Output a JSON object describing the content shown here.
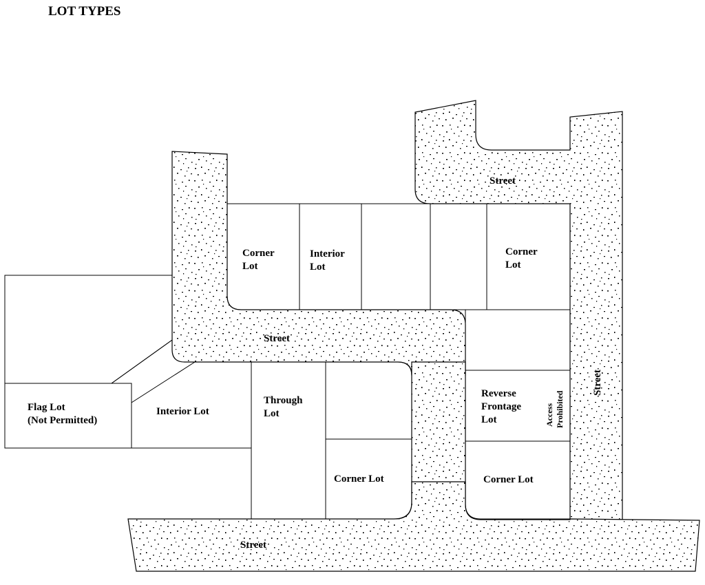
{
  "title": "LOT TYPES",
  "labels": {
    "corner_lot_1_a": "Corner",
    "corner_lot_1_b": "Lot",
    "interior_lot_1_a": "Interior",
    "interior_lot_1_b": "Lot",
    "corner_lot_2_a": "Corner",
    "corner_lot_2_b": "Lot",
    "street_top": "Street",
    "street_middle": "Street",
    "street_right": "Street",
    "street_bottom": "Street",
    "flag_lot_a": "Flag Lot",
    "flag_lot_b": "(Not Permitted)",
    "interior_lot_2": "Interior Lot",
    "through_lot_a": "Through",
    "through_lot_b": "Lot",
    "reverse_a": "Reverse",
    "reverse_b": "Frontage",
    "reverse_c": "Lot",
    "access_a": "Access",
    "access_b": "Prohibited",
    "corner_lot_3": "Corner Lot",
    "corner_lot_4": "Corner Lot"
  },
  "colors": {
    "line": "#000000",
    "street_fill": "#ffffff",
    "speckle": "#000000"
  }
}
